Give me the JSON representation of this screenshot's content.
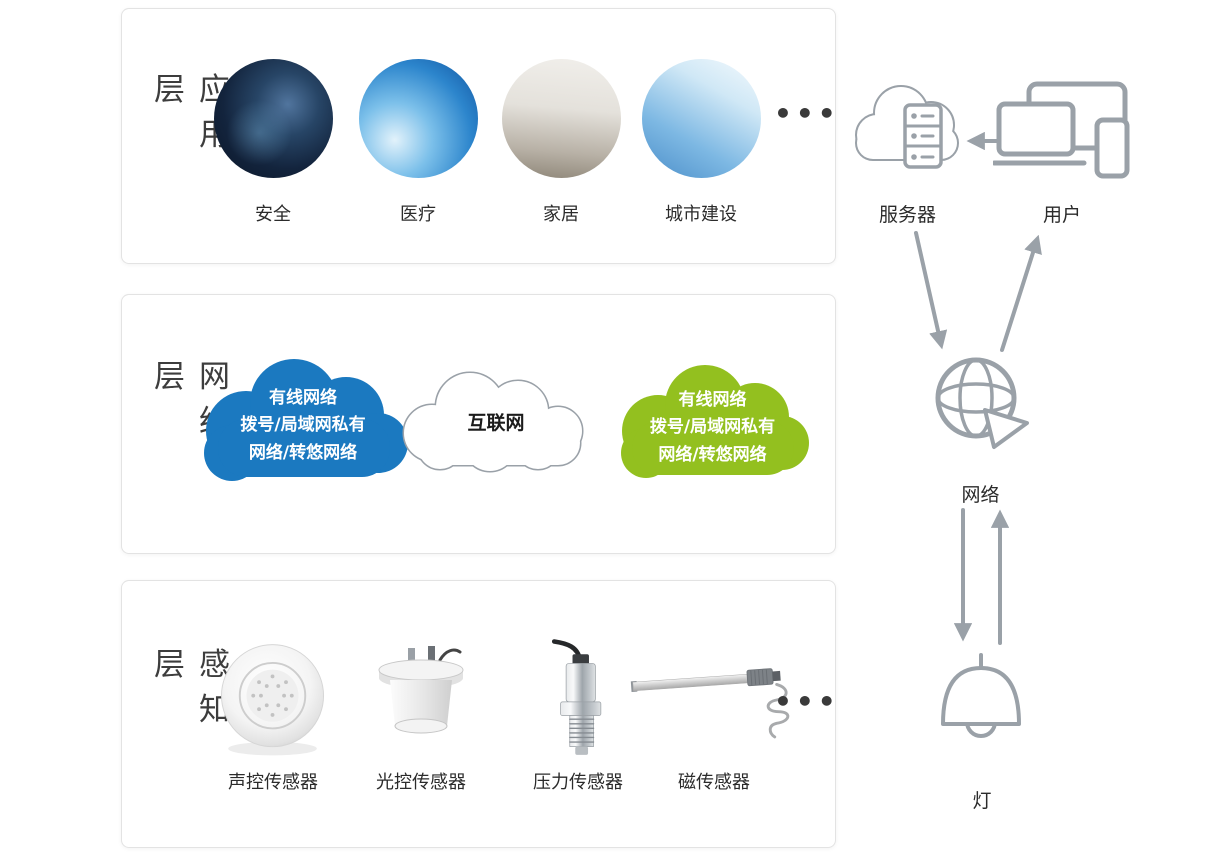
{
  "colors": {
    "cloud_blue": "#1b79c0",
    "cloud_green": "#93c01f",
    "icon_gray": "#9aa1a8",
    "arrow_gray": "#9aa1a8"
  },
  "layers": {
    "application": {
      "label": "应用层",
      "ellipsis": "•••",
      "items": [
        {
          "label": "安全"
        },
        {
          "label": "医疗"
        },
        {
          "label": "家居"
        },
        {
          "label": "城市建设"
        }
      ]
    },
    "network": {
      "label": "网络层",
      "clouds": {
        "left": {
          "lines": [
            "有线网络",
            "拨号/局域网私有",
            "网络/转悠网络"
          ]
        },
        "center": {
          "label": "互联网"
        },
        "right": {
          "lines": [
            "有线网络",
            "拨号/局域网私有",
            "网络/转悠网络"
          ]
        }
      }
    },
    "perception": {
      "label": "感知层",
      "ellipsis": "•••",
      "items": [
        {
          "label": "声控传感器"
        },
        {
          "label": "光控传感器"
        },
        {
          "label": "压力传感器"
        },
        {
          "label": "磁传感器"
        }
      ]
    }
  },
  "flow": {
    "server": {
      "label": "服务器"
    },
    "user": {
      "label": "用户"
    },
    "network": {
      "label": "网络"
    },
    "lamp": {
      "label": "灯"
    }
  }
}
